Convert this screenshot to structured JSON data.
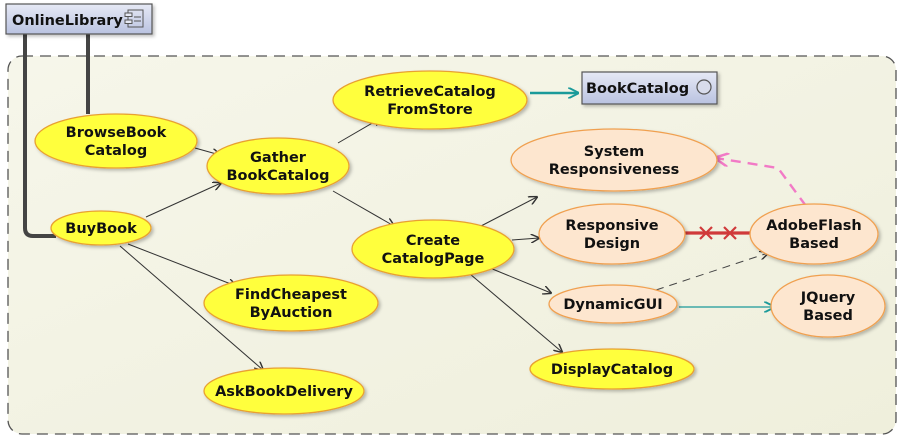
{
  "diagram": {
    "component": {
      "name": "OnlineLibrary",
      "icon": "component-icon"
    },
    "interface": {
      "name": "BookCatalog",
      "icon": "circle-interface-icon"
    },
    "nodes": {
      "browse": [
        "BrowseBook",
        "Catalog"
      ],
      "buybook": [
        "BuyBook"
      ],
      "gather": [
        "Gather",
        "BookCatalog"
      ],
      "retrieve": [
        "RetrieveCatalog",
        "FromStore"
      ],
      "create": [
        "Create",
        "CatalogPage"
      ],
      "cheapest": [
        "FindCheapest",
        "ByAuction"
      ],
      "delivery": [
        "AskBookDelivery"
      ],
      "sysresp": [
        "System",
        "Responsiveness"
      ],
      "respdesign": [
        "Responsive",
        "Design"
      ],
      "adobe": [
        "AdobeFlash",
        "Based"
      ],
      "dyngui": [
        "DynamicGUI"
      ],
      "jquery": [
        "JQuery",
        "Based"
      ],
      "display": [
        "DisplayCatalog"
      ]
    },
    "colors": {
      "feature_fill": "#ffff3c",
      "feature_border": "#e8a030",
      "quality_fill": "#fde6cf",
      "quality_border": "#f0a050",
      "component_fill": "#cdd4ea",
      "container_fill": "#f3f3e2",
      "edge": "#333333",
      "teal": "#1a9a9a",
      "conflict": "#d03a3a",
      "pink": "#f27ac6"
    }
  }
}
